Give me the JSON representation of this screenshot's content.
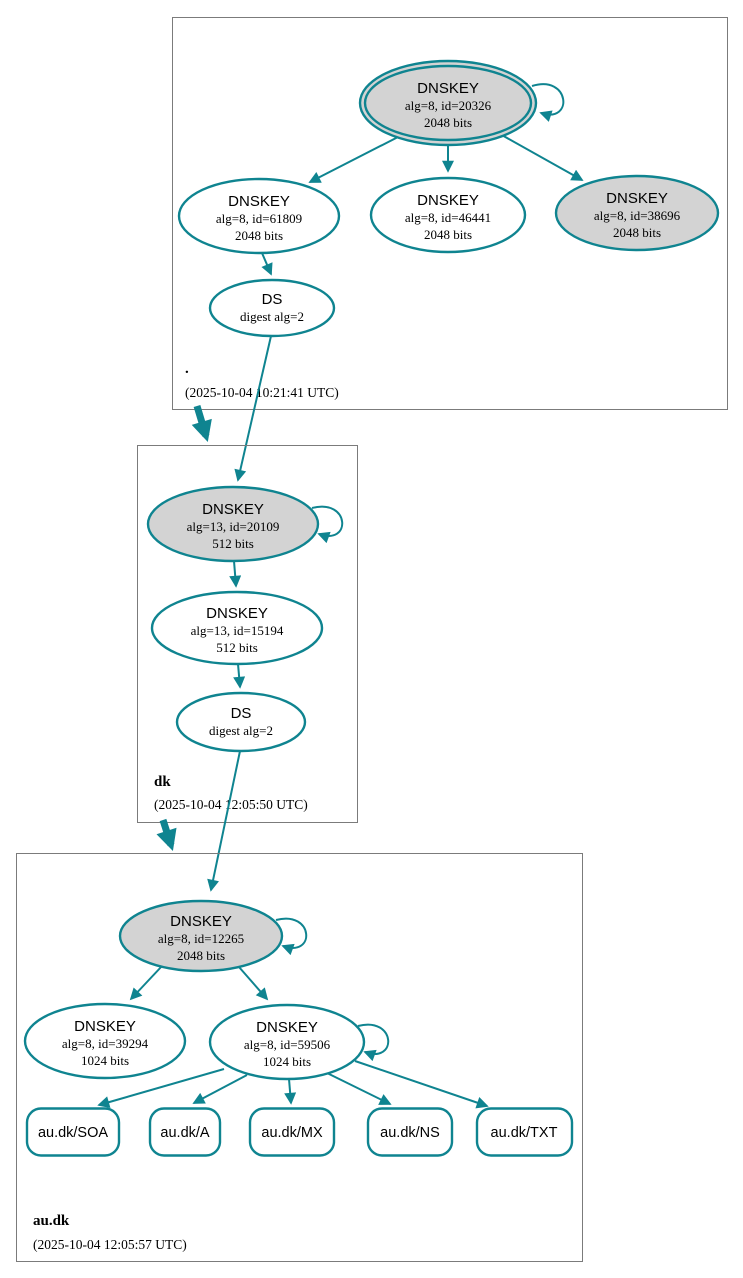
{
  "diagram": {
    "type": "dnssec-authentication-chain",
    "colors": {
      "edge": "#0f8490",
      "ksk_fill": "#d3d3d3",
      "zsk_fill": "#ffffff",
      "zone_border": "#7b7b7b",
      "text": "#000000"
    },
    "zones": [
      {
        "label": ".",
        "timestamp": "(2025-10-04 10:21:41 UTC)",
        "nodes": [
          {
            "title": "DNSKEY",
            "detail": "alg=8, id=20326",
            "bits": "2048 bits"
          },
          {
            "title": "DNSKEY",
            "detail": "alg=8, id=61809",
            "bits": "2048 bits"
          },
          {
            "title": "DNSKEY",
            "detail": "alg=8, id=46441",
            "bits": "2048 bits"
          },
          {
            "title": "DNSKEY",
            "detail": "alg=8, id=38696",
            "bits": "2048 bits"
          },
          {
            "title": "DS",
            "detail": "digest alg=2"
          }
        ]
      },
      {
        "label": "dk",
        "timestamp": "(2025-10-04 12:05:50 UTC)",
        "nodes": [
          {
            "title": "DNSKEY",
            "detail": "alg=13, id=20109",
            "bits": "512 bits"
          },
          {
            "title": "DNSKEY",
            "detail": "alg=13, id=15194",
            "bits": "512 bits"
          },
          {
            "title": "DS",
            "detail": "digest alg=2"
          }
        ]
      },
      {
        "label": "au.dk",
        "timestamp": "(2025-10-04 12:05:57 UTC)",
        "nodes": [
          {
            "title": "DNSKEY",
            "detail": "alg=8, id=12265",
            "bits": "2048 bits"
          },
          {
            "title": "DNSKEY",
            "detail": "alg=8, id=39294",
            "bits": "1024 bits"
          },
          {
            "title": "DNSKEY",
            "detail": "alg=8, id=59506",
            "bits": "1024 bits"
          }
        ],
        "rrsets": [
          {
            "label": "au.dk/SOA"
          },
          {
            "label": "au.dk/A"
          },
          {
            "label": "au.dk/MX"
          },
          {
            "label": "au.dk/NS"
          },
          {
            "label": "au.dk/TXT"
          }
        ]
      }
    ]
  }
}
